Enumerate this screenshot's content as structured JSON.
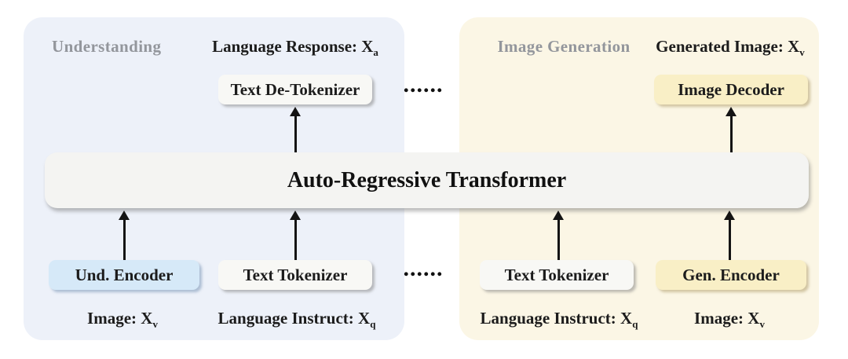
{
  "panels": {
    "understanding": {
      "title": "Understanding"
    },
    "image_generation": {
      "title": "Image Generation"
    }
  },
  "transformer": {
    "label": "Auto-Regressive Transformer"
  },
  "nodes": {
    "text_detokenizer": {
      "label": "Text De-Tokenizer"
    },
    "image_decoder": {
      "label": "Image Decoder"
    },
    "und_encoder": {
      "label": "Und. Encoder"
    },
    "text_tokenizer_left": {
      "label": "Text Tokenizer"
    },
    "text_tokenizer_right": {
      "label": "Text Tokenizer"
    },
    "gen_encoder": {
      "label": "Gen. Encoder"
    }
  },
  "io_labels": {
    "language_response": {
      "text": "Language Response: X",
      "sub": "a"
    },
    "generated_image": {
      "text": "Generated Image: X",
      "sub": "v"
    },
    "image_left": {
      "text": "Image: X",
      "sub": "v"
    },
    "language_instruct_left": {
      "text": "Language Instruct: X",
      "sub": "q"
    },
    "language_instruct_right": {
      "text": "Language Instruct: X",
      "sub": "q"
    },
    "image_right": {
      "text": "Image: X",
      "sub": "v"
    }
  },
  "ellipsis": {
    "top": "......",
    "bottom": "......"
  },
  "edges": [
    {
      "from": "auto_regressive_transformer",
      "to": "text_detokenizer"
    },
    {
      "from": "auto_regressive_transformer",
      "to": "image_decoder"
    },
    {
      "from": "und_encoder",
      "to": "auto_regressive_transformer"
    },
    {
      "from": "text_tokenizer_left",
      "to": "auto_regressive_transformer"
    },
    {
      "from": "text_tokenizer_right",
      "to": "auto_regressive_transformer"
    },
    {
      "from": "gen_encoder",
      "to": "auto_regressive_transformer"
    }
  ],
  "colors": {
    "panel_understanding": "#edf1f9",
    "panel_generation": "#fbf6e5",
    "box_blue": "#d6e9f8",
    "box_yellow": "#f9efc6",
    "box_gray": "#f8f8f5",
    "bar_gray": "#f4f4f2",
    "title_gray": "#93969c",
    "arrow_black": "#141414"
  }
}
